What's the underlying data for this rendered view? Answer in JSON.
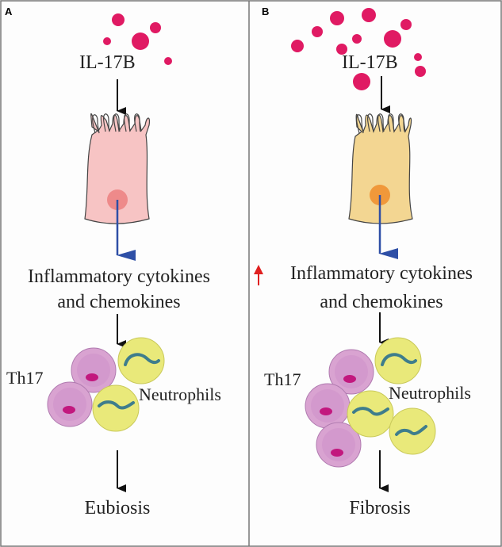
{
  "panels": [
    {
      "letter": "A",
      "ligand": "IL-17B",
      "cytokines_line1": "Inflammatory cytokines",
      "cytokines_line2": "and chemokines",
      "th17": "Th17",
      "neutrophils": "Neutrophils",
      "outcome": "Eubiosis",
      "cell_color": "#f7c4c4",
      "nucleus_color": "#ee8a8a"
    },
    {
      "letter": "B",
      "ligand": "IL-17B",
      "cytokines_line1": "Inflammatory cytokines",
      "cytokines_line2": "and chemokines",
      "th17": "Th17",
      "neutrophils": "Neutrophils",
      "outcome": "Fibrosis",
      "cell_color": "#f3d692",
      "nucleus_color": "#f0983a"
    }
  ],
  "colors": {
    "ligand_dot": "#e01a63",
    "signal_arrow": "#2e4fa6",
    "up_arrow": "#e02020",
    "th17_cell": "#d9a3d1",
    "th17_nucleus": "#c2187e",
    "neutrophil_cell": "#e9e97a",
    "neutrophil_nucleus": "#3e7d8c"
  },
  "icons": {
    "increase": "red-up-arrow-icon",
    "pathway": "black-down-arrow-icon",
    "signal": "blue-down-arrow-icon"
  }
}
